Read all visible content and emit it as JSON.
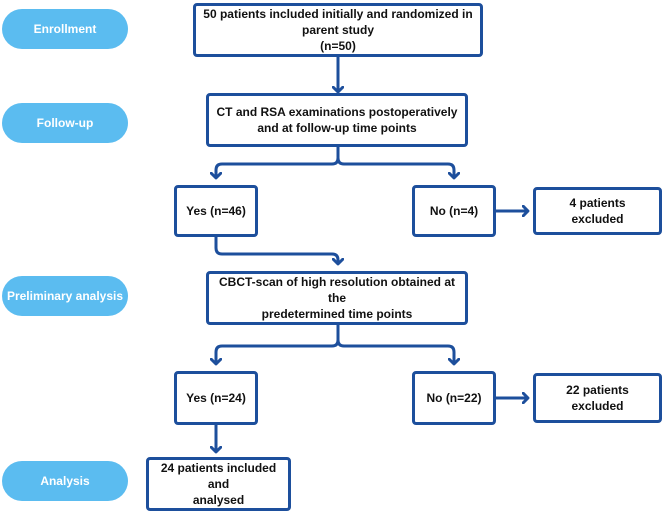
{
  "stages": {
    "enrollment": "Enrollment",
    "follow_up": "Follow-up",
    "preliminary": "Preliminary analysis",
    "analysis": "Analysis"
  },
  "boxes": {
    "initial_line1": "50 patients included initially and randomized in",
    "initial_line2": "parent study",
    "initial_line3": "(n=50)",
    "exams_line1": "CT and RSA examinations postoperatively",
    "exams_line2": "and at follow-up time points",
    "yes1": "Yes (n=46)",
    "no1": "No (n=4)",
    "excluded1": "4 patients excluded",
    "cbct_line1": "CBCT-scan of high resolution obtained at the",
    "cbct_line2": "predetermined time points",
    "yes2": "Yes (n=24)",
    "no2": "No (n=22)",
    "excluded2": "22 patients excluded",
    "final_line1": "24 patients included and",
    "final_line2": "analysed"
  },
  "colors": {
    "stage_fill": "#5bbcf0",
    "stage_text": "#ffffff",
    "box_border": "#1d4f9c",
    "arrow": "#1d4f9c"
  }
}
